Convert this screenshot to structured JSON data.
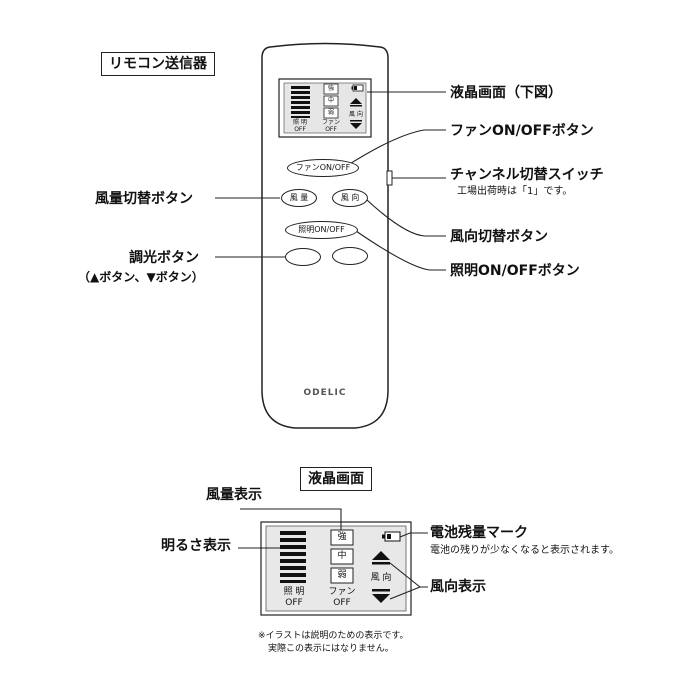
{
  "remote_section": {
    "title": "リモコン送信器",
    "lcd_mini": {
      "fan_strong": "強",
      "fan_mid": "中",
      "fan_weak": "弱",
      "light_off_line1": "照 明",
      "light_off_line2": "OFF",
      "fan_off_line1": "ファン",
      "fan_off_line2": "OFF",
      "direction_label": "風 向"
    },
    "buttons": {
      "fan_on_off": "ファンON/OFF",
      "fan_speed": "風 量",
      "fan_direction": "風 向",
      "light_on_off": "照明ON/OFF"
    },
    "brand": "ODELIC",
    "callouts": {
      "lcd_screen": "液晶画面（下図）",
      "fan_on_off_button": "ファンON/OFFボタン",
      "channel_switch": "チャンネル切替スイッチ",
      "channel_switch_note": "工場出荷時は「1」です。",
      "fan_speed_button": "風量切替ボタン",
      "fan_direction_button": "風向切替ボタン",
      "dimmer_button": "調光ボタン",
      "dimmer_button_note": "（▲ボタン、▼ボタン）",
      "light_on_off_button": "照明ON/OFFボタン"
    }
  },
  "lcd_section": {
    "title": "液晶画面",
    "fan_strong": "強",
    "fan_mid": "中",
    "fan_weak": "弱",
    "light_off_line1": "照 明",
    "light_off_line2": "OFF",
    "fan_off_line1": "ファン",
    "fan_off_line2": "OFF",
    "direction_label": "風 向",
    "callouts": {
      "fan_speed_display": "風量表示",
      "brightness_display": "明るさ表示",
      "battery_mark": "電池残量マーク",
      "battery_note": "電池の残りが少なくなると表示されます。",
      "direction_display": "風向表示"
    },
    "footnote_line1": "※イラストは説明のための表示です。",
    "footnote_line2": "実際この表示にはなりません。"
  }
}
